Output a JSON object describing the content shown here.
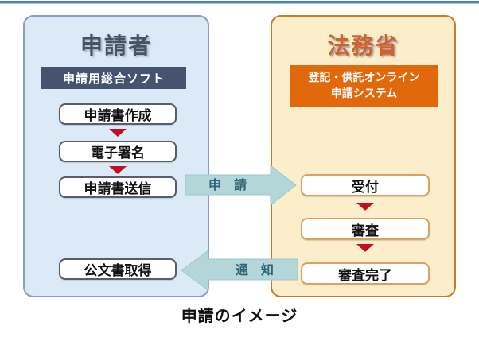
{
  "page": {
    "caption": "申請のイメージ"
  },
  "left_panel": {
    "title": "申請者",
    "software_label": "申請用総合ソフト",
    "steps": [
      "申請書作成",
      "電子署名",
      "申請書送信"
    ],
    "final_step": "公文書取得"
  },
  "right_panel": {
    "title": "法務省",
    "system_line1": "登記・供託オンライン",
    "system_line2": "申請システム",
    "steps": [
      "受付",
      "審査",
      "審査完了"
    ]
  },
  "arrows": {
    "request": "申　請",
    "notify": "通　知"
  },
  "colors": {
    "accent_blue": "#527fb5",
    "panel_blue": "#dce9f7",
    "panel_blue_border": "#8b9dc1",
    "panel_orange": "#fdeecb",
    "panel_orange_border": "#cd7a28",
    "navy_box": "#46536e",
    "orange_box": "#e2680c",
    "flow_arrow_red": "#c01020",
    "big_arrow_fill": "#b3d7d9",
    "big_arrow_text": "#2e6575"
  }
}
